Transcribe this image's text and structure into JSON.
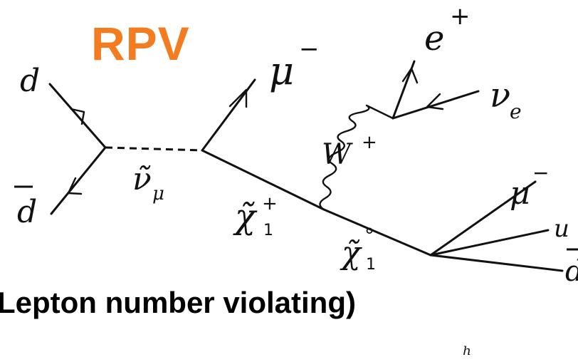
{
  "header": {
    "title": "RPV"
  },
  "footer": {
    "caption": "Lepton number violating)"
  },
  "colors": {
    "title": "#f47c20",
    "ink": "#111111"
  },
  "particles": {
    "d_in": "d",
    "dbar_in": "d",
    "sneutrino": "ν̃",
    "sneutrino_sub": "μ",
    "muon_top": "μ",
    "muon_top_charge": "−",
    "w_boson": "W",
    "w_charge": "+",
    "positron": "e",
    "positron_charge": "+",
    "neutrino": "ν",
    "neutrino_sub": "e",
    "chargino": "χ̃",
    "chargino_charge": "+",
    "chargino_sub": "1",
    "neutralino": "χ̃",
    "neutralino_charge": "°",
    "neutralino_sub": "1",
    "muon_out": "μ",
    "muon_out_charge": "−",
    "u_out": "u",
    "dbar_out": "d"
  },
  "extra_text": "ʰ"
}
